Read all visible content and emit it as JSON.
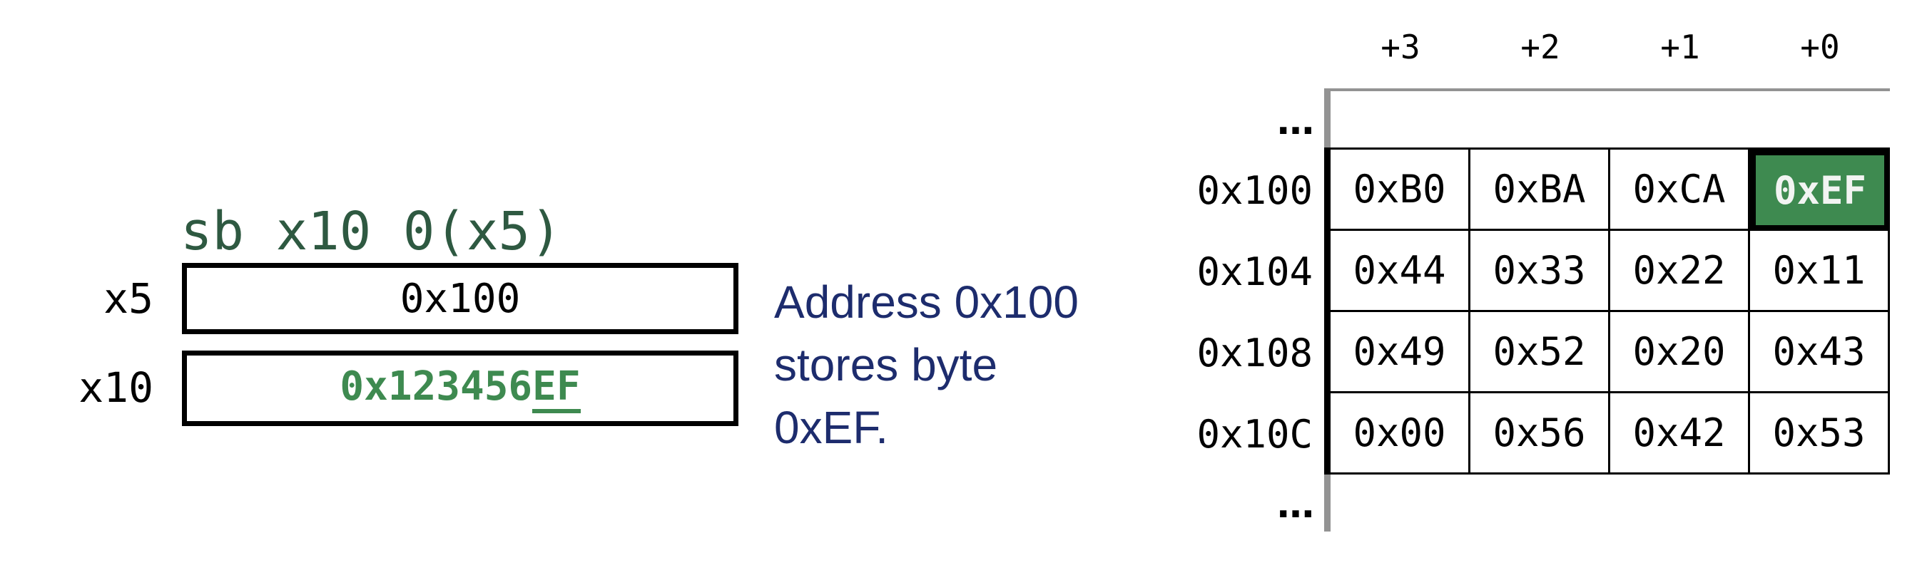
{
  "instruction": "sb x10 0(x5)",
  "registers": [
    {
      "name": "x5",
      "value": "0x100"
    },
    {
      "name": "x10",
      "value_prefix": "0x123456",
      "value_stored_byte": "EF"
    }
  ],
  "caption": {
    "lines": [
      "Address 0x100",
      "stores byte",
      "0xEF."
    ]
  },
  "memory_table": {
    "column_headers": [
      "+3",
      "+2",
      "+1",
      "+0"
    ],
    "ellipsis": "…",
    "rows": [
      {
        "address": "0x100",
        "bytes": [
          "0xB0",
          "0xBA",
          "0xCA",
          "0xEF"
        ]
      },
      {
        "address": "0x104",
        "bytes": [
          "0x44",
          "0x33",
          "0x22",
          "0x11"
        ]
      },
      {
        "address": "0x108",
        "bytes": [
          "0x49",
          "0x52",
          "0x20",
          "0x43"
        ]
      },
      {
        "address": "0x10C",
        "bytes": [
          "0x00",
          "0x56",
          "0x42",
          "0x53"
        ]
      }
    ],
    "highlighted_cell": {
      "row_address": "0x100",
      "column": "+0",
      "value": "0xEF"
    }
  },
  "colors": {
    "instruction_green": "#2e5941",
    "value_green": "#3e8a50",
    "caption_navy": "#1d2c6d",
    "gray_line": "#939393",
    "highlight_text": "#f2f4f2"
  }
}
